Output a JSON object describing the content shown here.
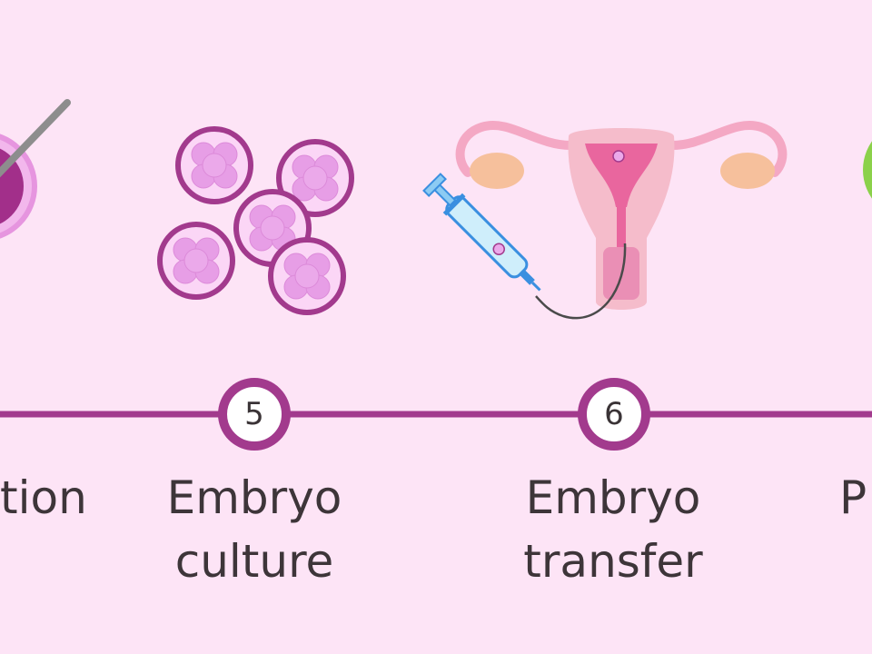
{
  "colors": {
    "background": "#fde4f6",
    "accent": "#a23a8d",
    "embryo_fill": "#e79ee6",
    "ovary": "#f6c09c",
    "uterus": "#f5bccb",
    "egg_green": "#8bd14a"
  },
  "steps": [
    {
      "number": "",
      "caption_lines": [
        "tion"
      ],
      "icon": "egg-retrieval-icon"
    },
    {
      "number": "5",
      "caption_lines": [
        "Embryo",
        "culture"
      ],
      "icon": "embryo-cells-icon"
    },
    {
      "number": "6",
      "caption_lines": [
        "Embryo",
        "transfer"
      ],
      "icon": "uterus-catheter-icon"
    },
    {
      "number": "",
      "caption_lines": [
        "P"
      ],
      "icon": "green-circle-icon"
    }
  ]
}
